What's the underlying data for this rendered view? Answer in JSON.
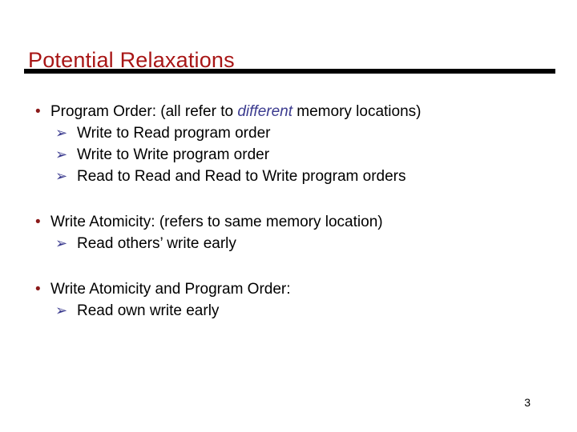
{
  "slide": {
    "title": "Potential Relaxations",
    "page_number": "3",
    "colors": {
      "background": "#ffffff",
      "title": "#a81616",
      "bullet_marker": "#8b1a1a",
      "sub_bullet_marker": "#3b3b8f",
      "emphasis": "#3b3b8f",
      "body_text": "#000000",
      "rule": "#000000"
    },
    "markers": {
      "bullet_glyph": "•",
      "sub_bullet_glyph": "➢",
      "bullet_icon_name": "round-bullet-icon",
      "sub_bullet_icon_name": "arrowhead-bullet-icon"
    },
    "groups": [
      {
        "heading": {
          "before": "Program Order:  (all refer to ",
          "emphasis": "different",
          "after": " memory locations)"
        },
        "items": [
          "Write to Read program order",
          "Write to Write program order",
          "Read to Read and Read to Write program orders"
        ]
      },
      {
        "heading": {
          "before": "Write Atomicity: (refers to same memory location)",
          "emphasis": "",
          "after": ""
        },
        "items": [
          "Read others’ write early"
        ]
      },
      {
        "heading": {
          "before": "Write Atomicity and Program Order:",
          "emphasis": "",
          "after": ""
        },
        "items": [
          "Read own write early"
        ]
      }
    ]
  }
}
